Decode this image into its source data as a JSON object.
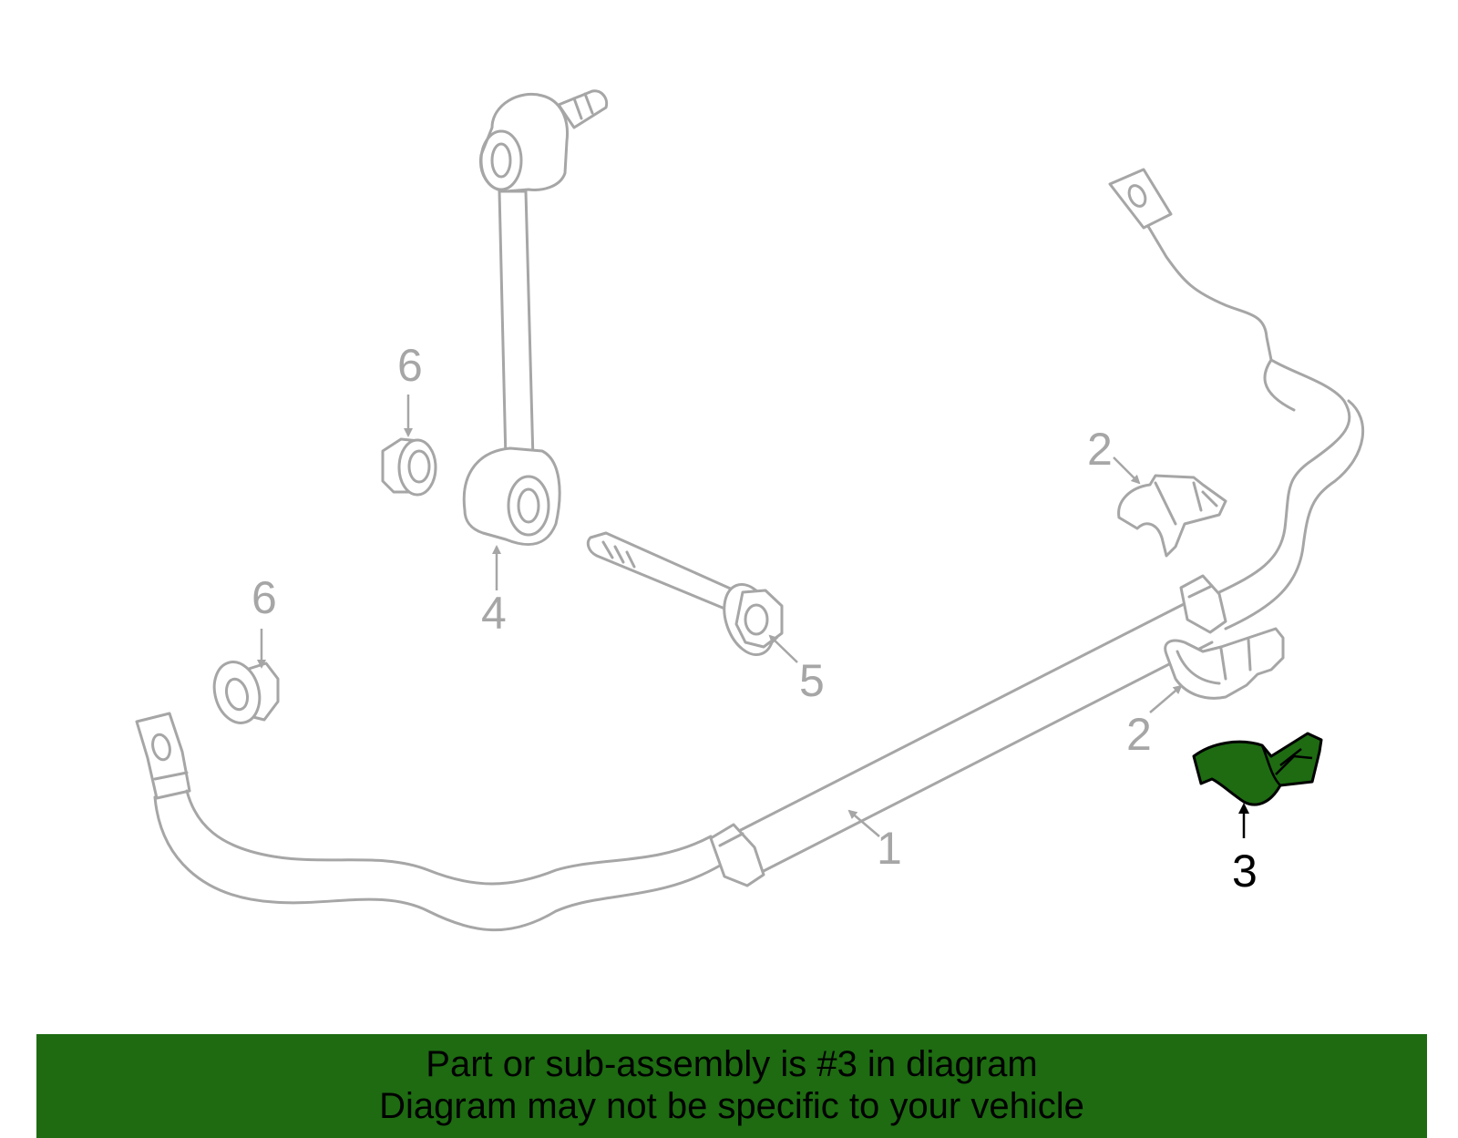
{
  "diagram": {
    "callouts": {
      "c1": "1",
      "c2a": "2",
      "c2b": "2",
      "c3": "3",
      "c4": "4",
      "c5": "5",
      "c6a": "6",
      "c6b": "6"
    },
    "highlighted_part": "3",
    "colors": {
      "part_outline": "#a6a6a6",
      "highlight_fill": "#1e6b12",
      "highlight_outline": "#000000",
      "banner_background": "#1e6b12"
    }
  },
  "banner": {
    "line1": "Part or sub-assembly is #3 in diagram",
    "line2": "Diagram may not be specific to your vehicle"
  }
}
